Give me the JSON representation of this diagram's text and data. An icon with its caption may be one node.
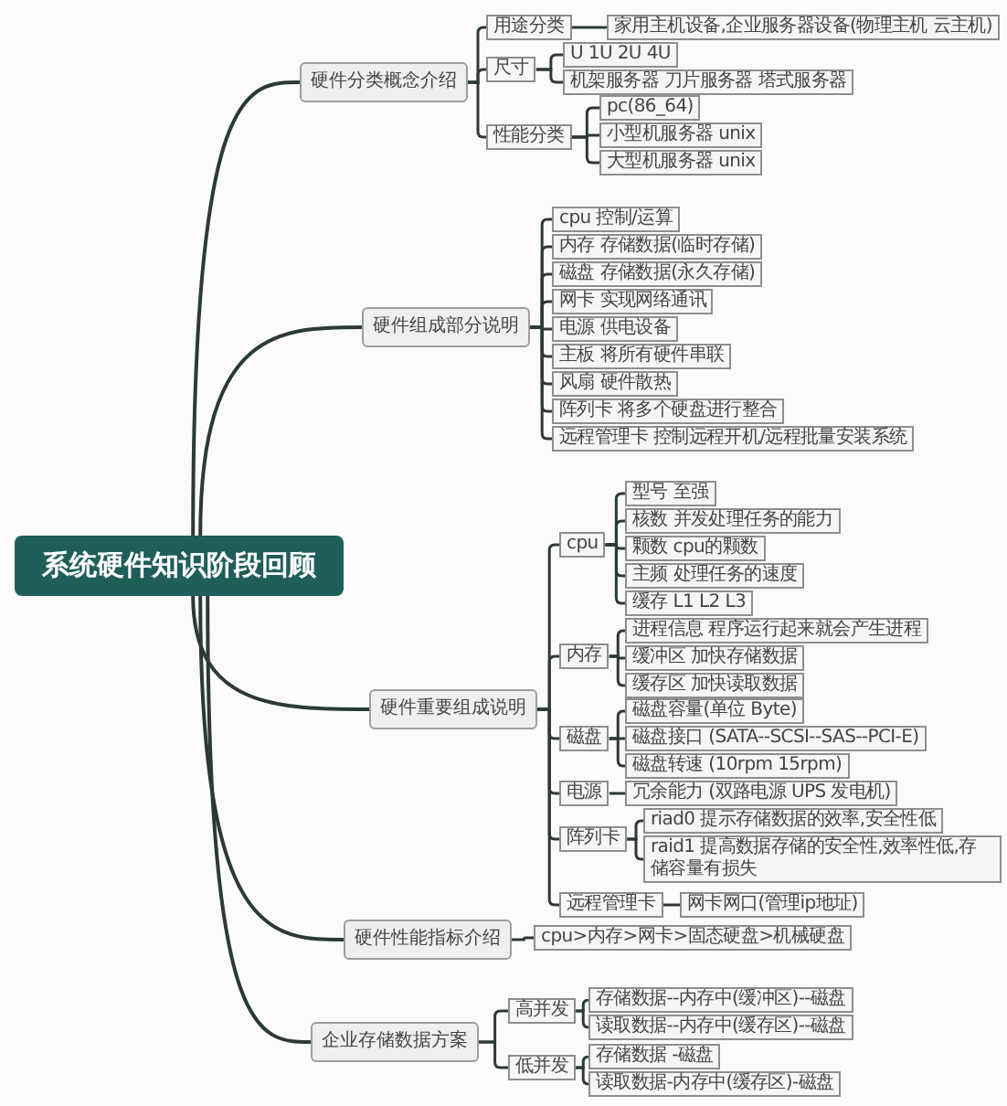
{
  "diagram": {
    "nodes": [
      {
        "text": [
          "系统硬件知识阶段回顾"
        ]
      },
      {
        "text": [
          "硬件分类概念介绍"
        ]
      },
      {
        "text": [
          "用途分类"
        ]
      },
      {
        "text": [
          "家用主机设备,企业服务器设备(物理主机 云主机)"
        ]
      },
      {
        "text": [
          "尺寸"
        ]
      },
      {
        "text": [
          "U 1U 2U 4U"
        ]
      },
      {
        "text": [
          "机架服务器 刀片服务器 塔式服务器"
        ]
      },
      {
        "text": [
          "性能分类"
        ]
      },
      {
        "text": [
          "pc(86_64)"
        ]
      },
      {
        "text": [
          "小型机服务器 unix"
        ]
      },
      {
        "text": [
          "大型机服务器 unix"
        ]
      },
      {
        "text": [
          "硬件组成部分说明"
        ]
      },
      {
        "text": [
          "cpu 控制/运算"
        ]
      },
      {
        "text": [
          "内存 存储数据(临时存储)"
        ]
      },
      {
        "text": [
          "磁盘 存储数据(永久存储)"
        ]
      },
      {
        "text": [
          "网卡 实现网络通讯"
        ]
      },
      {
        "text": [
          "电源 供电设备"
        ]
      },
      {
        "text": [
          "主板 将所有硬件串联"
        ]
      },
      {
        "text": [
          "风扇 硬件散热"
        ]
      },
      {
        "text": [
          "阵列卡 将多个硬盘进行整合"
        ]
      },
      {
        "text": [
          "远程管理卡 控制远程开机/远程批量安装系统"
        ]
      },
      {
        "text": [
          "硬件重要组成说明"
        ]
      },
      {
        "text": [
          "cpu"
        ]
      },
      {
        "text": [
          "型号 至强"
        ]
      },
      {
        "text": [
          "核数 并发处理任务的能力"
        ]
      },
      {
        "text": [
          "颗数 cpu的颗数"
        ]
      },
      {
        "text": [
          "主频 处理任务的速度"
        ]
      },
      {
        "text": [
          "缓存 L1 L2 L3"
        ]
      },
      {
        "text": [
          "内存"
        ]
      },
      {
        "text": [
          "进程信息 程序运行起来就会产生进程"
        ]
      },
      {
        "text": [
          "缓冲区 加快存储数据"
        ]
      },
      {
        "text": [
          "缓存区 加快读取数据"
        ]
      },
      {
        "text": [
          "磁盘"
        ]
      },
      {
        "text": [
          "磁盘容量(单位 Byte)"
        ]
      },
      {
        "text": [
          "磁盘接口 (SATA--SCSI--SAS--PCI-E)"
        ]
      },
      {
        "text": [
          "磁盘转速 (10rpm 15rpm)"
        ]
      },
      {
        "text": [
          "电源"
        ]
      },
      {
        "text": [
          "冗余能力 (双路电源 UPS 发电机)"
        ]
      },
      {
        "text": [
          "阵列卡"
        ]
      },
      {
        "text": [
          "riad0 提示存储数据的效率,安全性低"
        ]
      },
      {
        "text": [
          "raid1 提高数据存储的安全性,效率性低,存储容量有损失"
        ]
      },
      {
        "text": [
          "远程管理卡"
        ]
      },
      {
        "text": [
          "网卡网口(管理ip地址)"
        ]
      },
      {
        "text": [
          "硬件性能指标介绍"
        ]
      },
      {
        "text": [
          "cpu>内存>网卡>固态硬盘>机械硬盘"
        ]
      },
      {
        "text": [
          "企业存储数据方案"
        ]
      },
      {
        "text": [
          "高并发"
        ]
      },
      {
        "text": [
          "存储数据--内存中(缓冲区)--磁盘"
        ]
      },
      {
        "text": [
          "读取数据--内存中(缓存区)--磁盘"
        ]
      },
      {
        "text": [
          "低并发"
        ]
      },
      {
        "text": [
          "存储数据 -磁盘"
        ]
      },
      {
        "text": [
          "读取数据-内存中(缓存区)-磁盘"
        ]
      }
    ],
    "edges": [
      {
        "from": 0,
        "to": 1,
        "arrow": "none"
      },
      {
        "from": 1,
        "to": 2,
        "arrow": "none"
      },
      {
        "from": 2,
        "to": 3,
        "arrow": "none"
      },
      {
        "from": 1,
        "to": 4,
        "arrow": "none"
      },
      {
        "from": 4,
        "to": 5,
        "arrow": "none"
      },
      {
        "from": 4,
        "to": 6,
        "arrow": "none"
      },
      {
        "from": 1,
        "to": 7,
        "arrow": "none"
      },
      {
        "from": 7,
        "to": 8,
        "arrow": "none"
      },
      {
        "from": 7,
        "to": 9,
        "arrow": "none"
      },
      {
        "from": 7,
        "to": 10,
        "arrow": "none"
      },
      {
        "from": 0,
        "to": 11,
        "arrow": "none"
      },
      {
        "from": 11,
        "to": 12,
        "arrow": "none"
      },
      {
        "from": 11,
        "to": 13,
        "arrow": "none"
      },
      {
        "from": 11,
        "to": 14,
        "arrow": "none"
      },
      {
        "from": 11,
        "to": 15,
        "arrow": "none"
      },
      {
        "from": 11,
        "to": 16,
        "arrow": "none"
      },
      {
        "from": 11,
        "to": 17,
        "arrow": "none"
      },
      {
        "from": 11,
        "to": 18,
        "arrow": "none"
      },
      {
        "from": 11,
        "to": 19,
        "arrow": "none"
      },
      {
        "from": 11,
        "to": 20,
        "arrow": "none"
      },
      {
        "from": 0,
        "to": 21,
        "arrow": "none"
      },
      {
        "from": 21,
        "to": 22,
        "arrow": "none"
      },
      {
        "from": 22,
        "to": 23,
        "arrow": "none"
      },
      {
        "from": 22,
        "to": 24,
        "arrow": "none"
      },
      {
        "from": 22,
        "to": 25,
        "arrow": "none"
      },
      {
        "from": 22,
        "to": 26,
        "arrow": "none"
      },
      {
        "from": 22,
        "to": 27,
        "arrow": "none"
      },
      {
        "from": 21,
        "to": 28,
        "arrow": "none"
      },
      {
        "from": 28,
        "to": 29,
        "arrow": "none"
      },
      {
        "from": 28,
        "to": 30,
        "arrow": "none"
      },
      {
        "from": 28,
        "to": 31,
        "arrow": "none"
      },
      {
        "from": 21,
        "to": 32,
        "arrow": "none"
      },
      {
        "from": 32,
        "to": 33,
        "arrow": "none"
      },
      {
        "from": 32,
        "to": 34,
        "arrow": "none"
      },
      {
        "from": 32,
        "to": 35,
        "arrow": "none"
      },
      {
        "from": 21,
        "to": 36,
        "arrow": "none"
      },
      {
        "from": 36,
        "to": 37,
        "arrow": "none"
      },
      {
        "from": 21,
        "to": 38,
        "arrow": "none"
      },
      {
        "from": 38,
        "to": 39,
        "arrow": "none"
      },
      {
        "from": 38,
        "to": 40,
        "arrow": "none"
      },
      {
        "from": 21,
        "to": 41,
        "arrow": "none"
      },
      {
        "from": 41,
        "to": 42,
        "arrow": "none"
      },
      {
        "from": 0,
        "to": 43,
        "arrow": "none"
      },
      {
        "from": 43,
        "to": 44,
        "arrow": "none"
      },
      {
        "from": 0,
        "to": 45,
        "arrow": "none"
      },
      {
        "from": 45,
        "to": 46,
        "arrow": "none"
      },
      {
        "from": 46,
        "to": 47,
        "arrow": "none"
      },
      {
        "from": 46,
        "to": 48,
        "arrow": "none"
      },
      {
        "from": 45,
        "to": 49,
        "arrow": "none"
      },
      {
        "from": 49,
        "to": 50,
        "arrow": "none"
      },
      {
        "from": 49,
        "to": 51,
        "arrow": "none"
      }
    ]
  }
}
